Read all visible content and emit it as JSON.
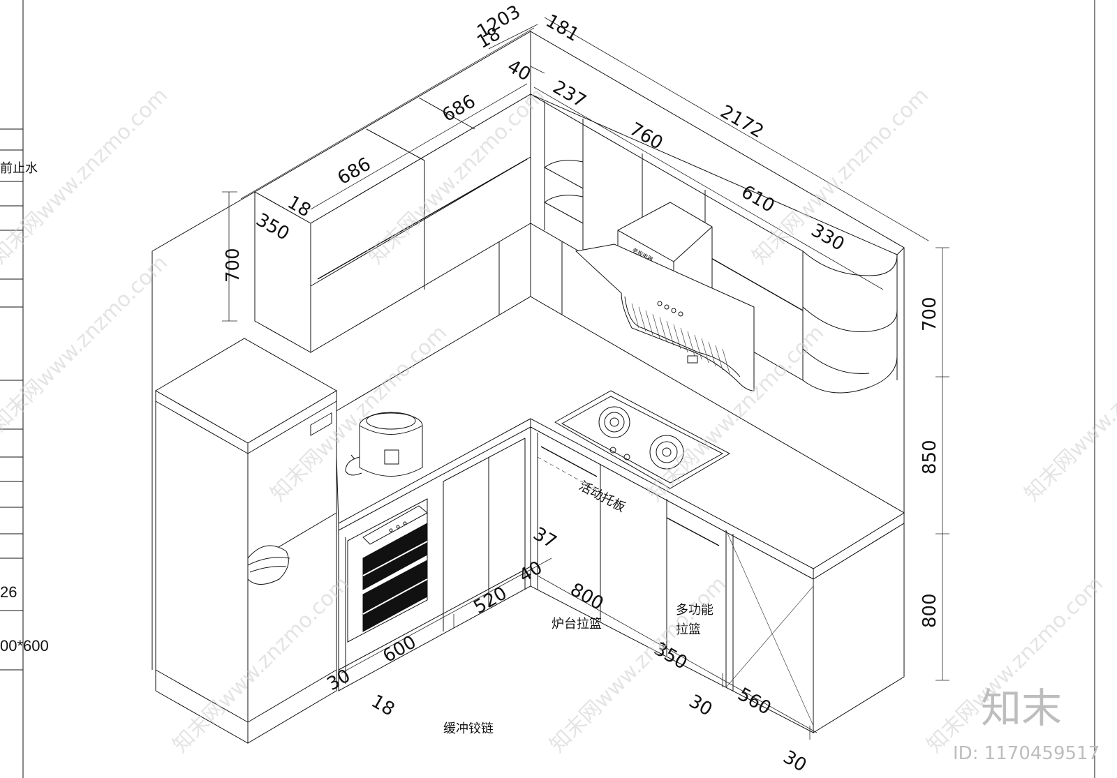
{
  "dimensions": {
    "top_total_left": "1203",
    "top_overhang": "181",
    "top_small_a": "18",
    "top_small_b": "40",
    "upper_cab_a": "686",
    "upper_cab_b": "686",
    "corner_gap": "237",
    "right_cab_a": "760",
    "right_cab_b": "610",
    "right_total": "2172",
    "right_end": "330",
    "left_depth": "350",
    "left_small": "18",
    "upper_height": "700",
    "height_top": "700",
    "height_mid": "850",
    "height_base": "800",
    "base_600": "600",
    "base_520": "520",
    "base_40": "40",
    "base_800": "800",
    "base_37": "37",
    "base_350": "350",
    "base_30a": "30",
    "base_18": "18",
    "base_30b": "30",
    "base_560": "560",
    "base_30c": "30"
  },
  "labels": {
    "movable_shelf": "活动托板",
    "stove_basket": "炉台拉篮",
    "multi_basket_1": "多功能",
    "multi_basket_2": "拉篮",
    "buffer_hinge": "缓冲铰链",
    "hood_brand": "老板电器"
  },
  "sidebar": {
    "row_text": "前止水",
    "code": "26",
    "size": "00*600"
  },
  "watermark": {
    "text": "知末网www.znzmo.com",
    "brand": "知末",
    "id": "ID: 1170459517"
  }
}
